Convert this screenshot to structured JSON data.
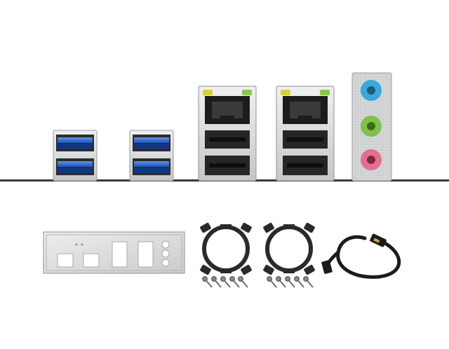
{
  "colors": {
    "background": "#ffffff",
    "board_line": "#3a3a3a",
    "usb3_blue": "#2f6fd6",
    "metal": "#d9dadb",
    "metal_dark": "#9a9c9e",
    "usb2_black": "#1e1e1e",
    "audio_blue": "#39a9d9",
    "audio_green": "#7fc24a",
    "audio_pink": "#e36f8e",
    "led_yellow": "#d8d23a",
    "led_green": "#86c94a",
    "bracket_black": "#2a2a2a",
    "cable_black": "#1b1b1b"
  },
  "components": {
    "rear_io": [
      "usb3-stack-1",
      "usb3-stack-2",
      "lan-usb-stack-1",
      "lan-usb-stack-2",
      "audio-jack-panel"
    ],
    "accessories": [
      "io-shield",
      "cpu-cooler-bracket-1",
      "cpu-cooler-bracket-2",
      "sata-cable",
      "mounting-screws"
    ]
  }
}
